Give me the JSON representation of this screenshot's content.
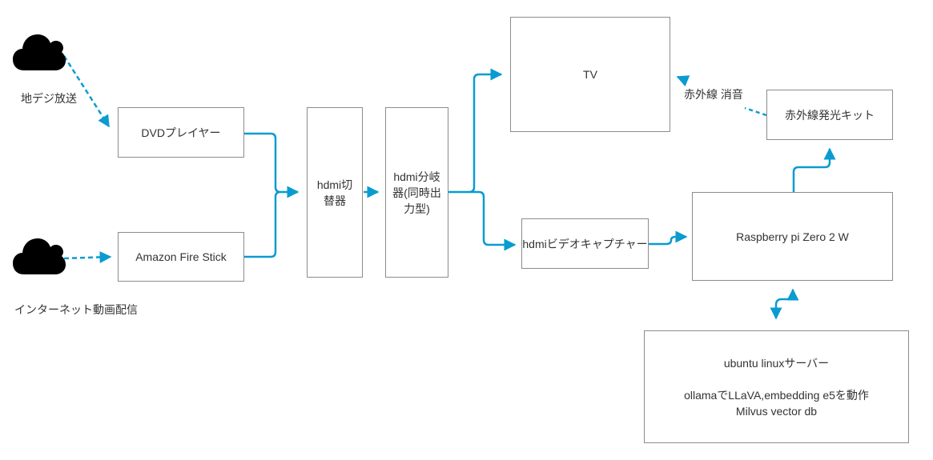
{
  "diagram": {
    "colors": {
      "connector": "#0a9bd0",
      "node_border": "#8c8c8c",
      "text": "#333333",
      "cloud": "#000000"
    },
    "sources": [
      {
        "id": "terrestrial",
        "icon": "cloud-icon",
        "label": "地デジ放送"
      },
      {
        "id": "internet",
        "icon": "cloud-icon",
        "label": "インターネット動画配信"
      }
    ],
    "nodes": {
      "dvd": "DVDプレイヤー",
      "firestick": "Amazon Fire Stick",
      "switcher": "hdmi切替器",
      "splitter": "hdmi分岐器(同時出力型)",
      "tv": "TV",
      "capture": "hdmiビデオキャプチャー",
      "raspi": "Raspberry pi Zero 2 W",
      "ir_kit": "赤外線発光キット",
      "server_title": "ubuntu linuxサーバー",
      "server_line1": "ollamaでLLaVA,embedding e5を動作",
      "server_line2": "Milvus vector db"
    },
    "edge_labels": {
      "ir_mute": "赤外線 消音"
    },
    "edges": [
      {
        "from": "terrestrial",
        "to": "dvd",
        "style": "dashed"
      },
      {
        "from": "internet",
        "to": "firestick",
        "style": "dashed"
      },
      {
        "from": "dvd",
        "to": "switcher",
        "style": "solid"
      },
      {
        "from": "firestick",
        "to": "switcher",
        "style": "solid"
      },
      {
        "from": "switcher",
        "to": "splitter",
        "style": "solid"
      },
      {
        "from": "splitter",
        "to": "tv",
        "style": "solid"
      },
      {
        "from": "splitter",
        "to": "capture",
        "style": "solid"
      },
      {
        "from": "capture",
        "to": "raspi",
        "style": "solid"
      },
      {
        "from": "raspi",
        "to": "ir_kit",
        "style": "solid"
      },
      {
        "from": "ir_kit",
        "to": "tv",
        "style": "dashed",
        "label": "赤外線 消音"
      },
      {
        "from": "raspi",
        "to": "server",
        "style": "solid",
        "bidirectional": true
      }
    ]
  }
}
